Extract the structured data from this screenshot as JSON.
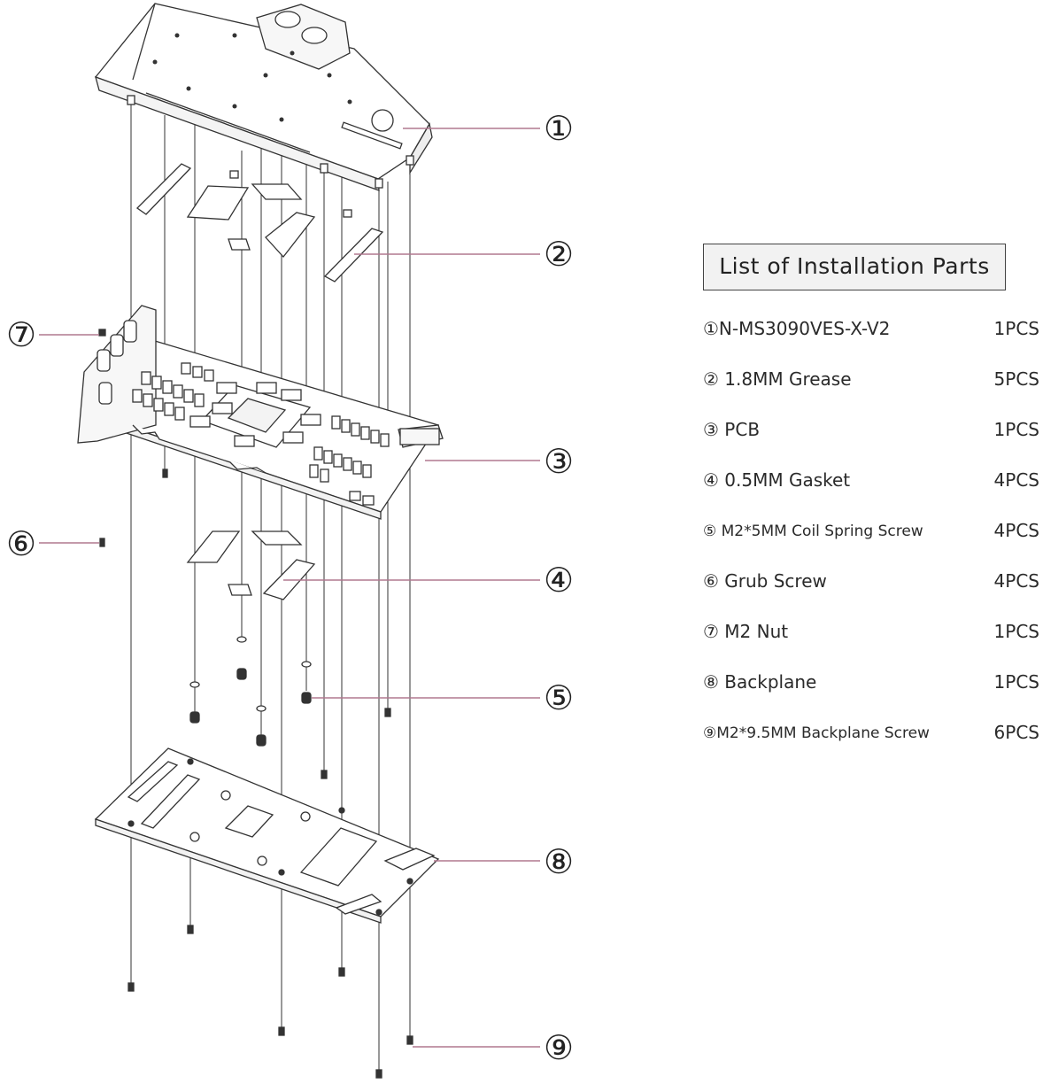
{
  "callouts": [
    {
      "num": "①",
      "target": "water-block"
    },
    {
      "num": "②",
      "target": "thermal-pads"
    },
    {
      "num": "③",
      "target": "pcb"
    },
    {
      "num": "④",
      "target": "gaskets"
    },
    {
      "num": "⑤",
      "target": "coil-spring-screws"
    },
    {
      "num": "⑥",
      "target": "grub-screw"
    },
    {
      "num": "⑦",
      "target": "m2-nut"
    },
    {
      "num": "⑧",
      "target": "backplane"
    },
    {
      "num": "⑨",
      "target": "backplane-screws"
    }
  ],
  "parts_list": {
    "title": "List of Installation Parts",
    "items": [
      {
        "name": "①N-MS3090VES-X-V2",
        "qty": "1PCS"
      },
      {
        "name": "② 1.8MM Grease",
        "qty": "5PCS"
      },
      {
        "name": "③ PCB",
        "qty": "1PCS"
      },
      {
        "name": "④ 0.5MM Gasket",
        "qty": "4PCS"
      },
      {
        "name": "⑤ M2*5MM Coil Spring Screw",
        "qty": "4PCS"
      },
      {
        "name": "⑥ Grub Screw",
        "qty": "4PCS"
      },
      {
        "name": "⑦ M2 Nut",
        "qty": "1PCS"
      },
      {
        "name": "⑧ Backplane",
        "qty": "1PCS"
      },
      {
        "name": "⑨M2*9.5MM Backplane Screw",
        "qty": "6PCS"
      }
    ]
  },
  "colors": {
    "leader": "#b0788f",
    "line": "#333333"
  }
}
